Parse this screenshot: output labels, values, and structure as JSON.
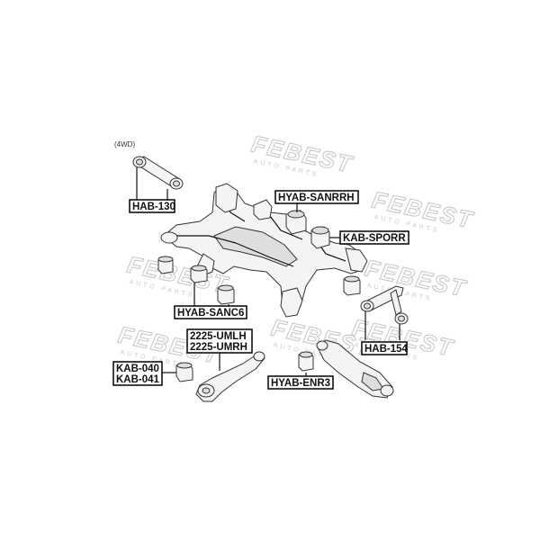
{
  "watermark": {
    "brand": "FEBEST",
    "sub": "AUTO PARTS"
  },
  "variant_note": "(4WD)",
  "labels": {
    "hab130": "HAB-130",
    "hyab_sanrrh": "HYAB-SANRRH",
    "kab_sporr": "KAB-SPORR",
    "hyab_sanc6": "HYAB-SANC6",
    "umlh": "2225-UMLH",
    "umrh": "2225-UMRH",
    "kab040": "KAB-040",
    "kab041": "KAB-041",
    "hyab_enr3": "HYAB-ENR3",
    "hab154": "HAB-154"
  },
  "colors": {
    "line": "#111111",
    "watermark": "#c9c9c9",
    "part_fill": "#f4f4f4"
  }
}
